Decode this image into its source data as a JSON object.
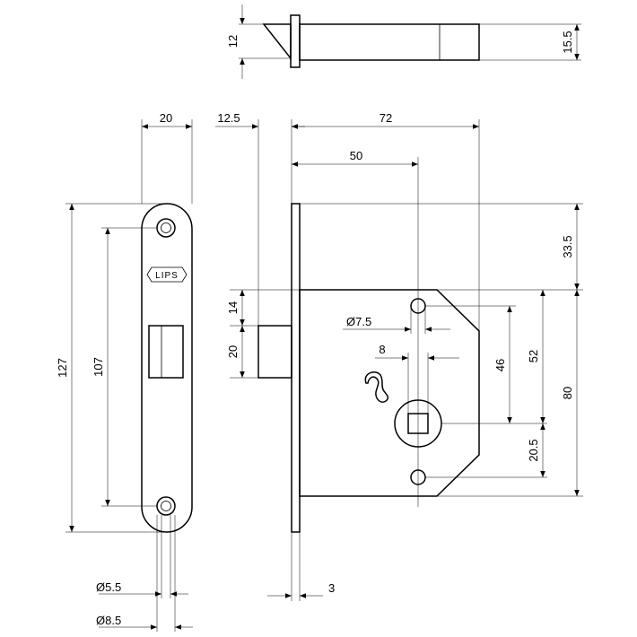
{
  "logo": {
    "text": "LIPS"
  },
  "dimensions": {
    "latch_height": "12",
    "latch_total": "15.5",
    "faceplate_width": "20",
    "backset_front": "12.5",
    "case_depth": "72",
    "backset": "50",
    "top_offset": "33.5",
    "latch_offset": "14",
    "latch_size": "20",
    "cylinder_hole": "Ø7.5",
    "spindle": "8",
    "hole_distance_46": "46",
    "hole_distance_52": "52",
    "case_height": "80",
    "lower_offset": "20.5",
    "faceplate_height": "127",
    "screw_distance": "107",
    "screw_small": "Ø5.5",
    "screw_large": "Ø8.5",
    "plate_thickness": "3"
  }
}
